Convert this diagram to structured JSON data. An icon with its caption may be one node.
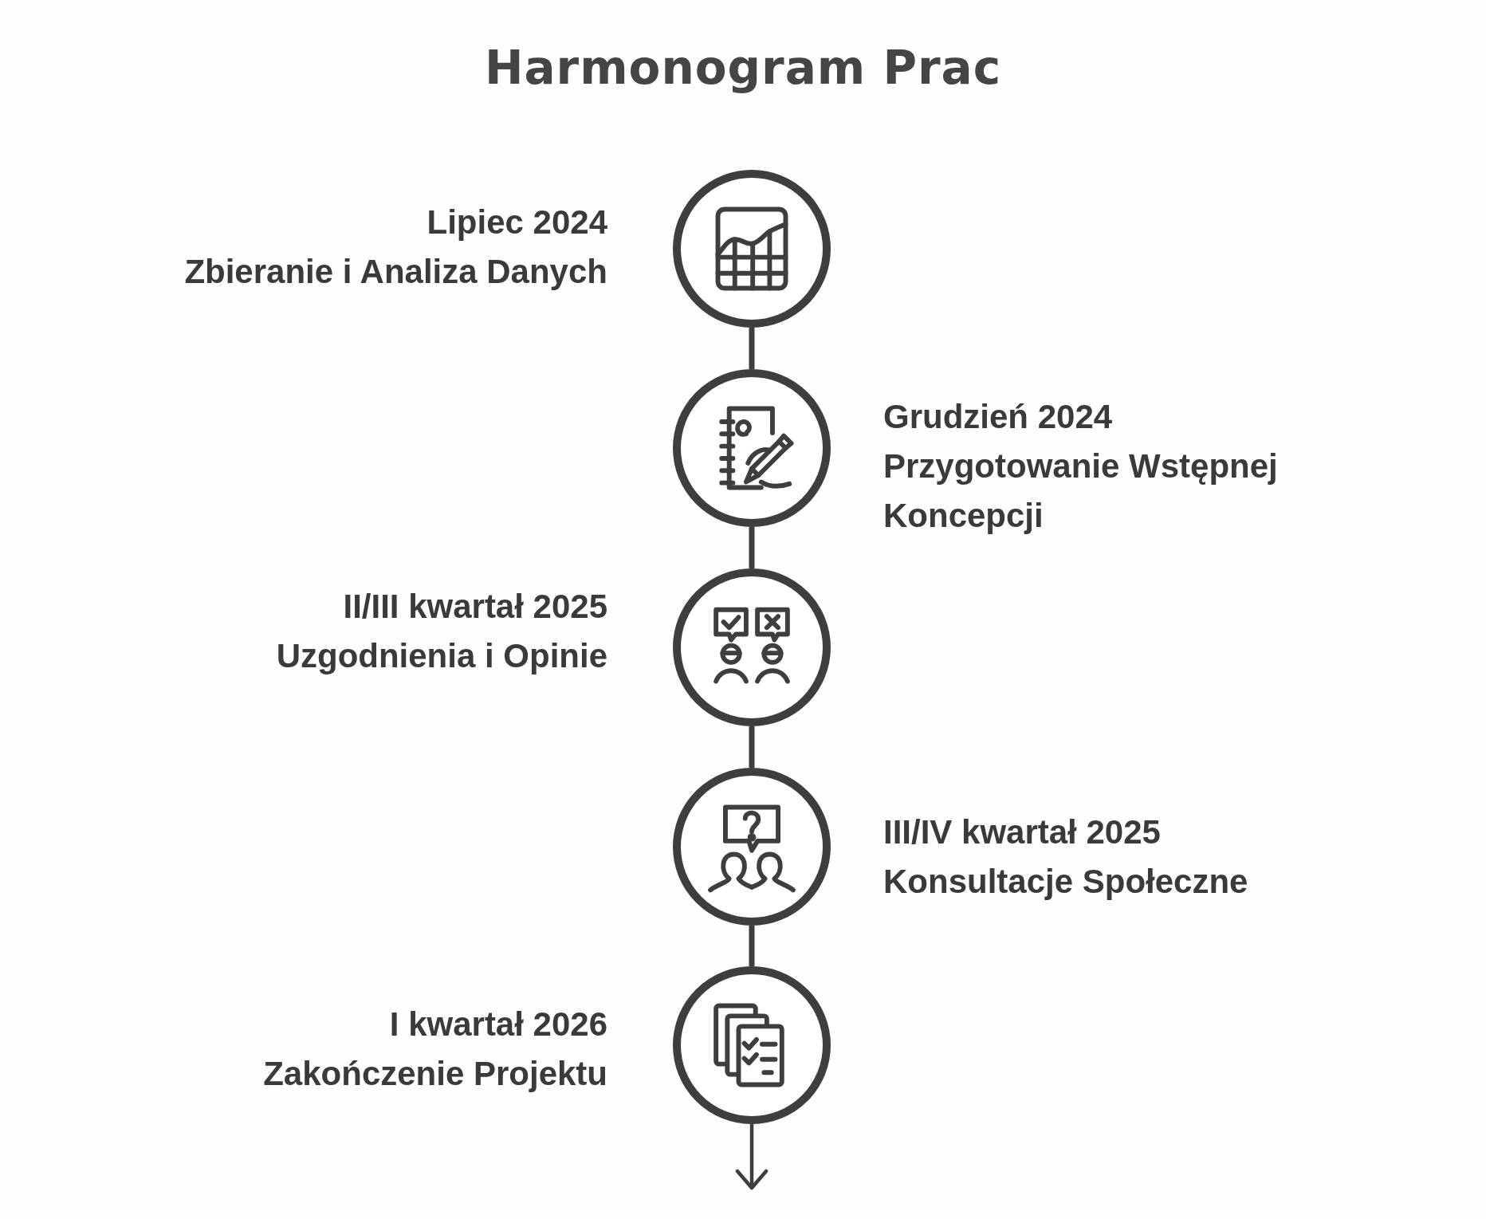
{
  "diagram": {
    "title": "Harmonogram Prac",
    "nodes": [
      {
        "text": [],
        "shape": "circle",
        "beside": [
          "Lipiec 2024",
          "Zbieranie i Analiza Danych"
        ]
      },
      {
        "text": [],
        "shape": "circle",
        "beside": [
          "Grudzień 2024",
          "Przygotowanie Wstępnej Koncepcji"
        ]
      },
      {
        "text": [],
        "shape": "circle",
        "beside": [
          "II/III kwartał 2025",
          "Uzgodnienia i Opinie"
        ]
      },
      {
        "text": [],
        "shape": "circle",
        "beside": [
          "III/IV kwartał 2025",
          "Konsultacje Społeczne"
        ]
      },
      {
        "text": [],
        "shape": "circle",
        "beside": [
          "I kwartał 2026",
          "Zakończenie Projektu"
        ]
      }
    ],
    "edges": [
      {
        "from": 0,
        "to": 1,
        "arrow": "none"
      },
      {
        "from": 1,
        "to": 2,
        "arrow": "none"
      },
      {
        "from": 2,
        "to": 3,
        "arrow": "none"
      },
      {
        "from": 3,
        "to": 4,
        "arrow": "none"
      },
      {
        "from": 4,
        "to": null,
        "arrow": "to"
      }
    ]
  }
}
